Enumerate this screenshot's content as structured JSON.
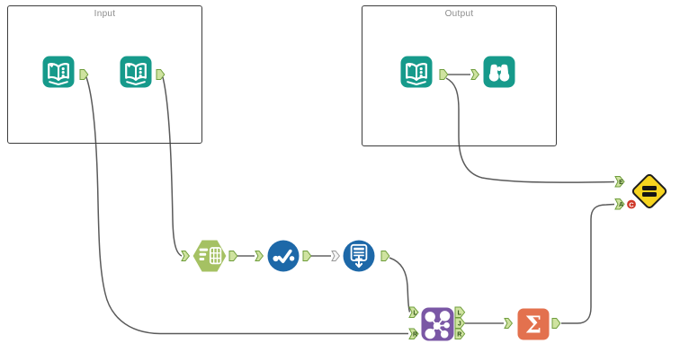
{
  "app": {
    "name": "workflow-canvas"
  },
  "containers": [
    {
      "label": "Input"
    },
    {
      "label": "Output"
    }
  ],
  "tools": [
    {
      "name": "input-data-1",
      "icon": "open-book-icon"
    },
    {
      "name": "input-data-2",
      "icon": "open-book-icon"
    },
    {
      "name": "input-data-3",
      "icon": "open-book-icon"
    },
    {
      "name": "browse",
      "icon": "binoculars-icon"
    },
    {
      "name": "text-to-columns",
      "icon": "list-to-table-hexagon-icon"
    },
    {
      "name": "unique",
      "icon": "dots-checkmark-icon"
    },
    {
      "name": "generate-rows",
      "icon": "table-plus-down-arrow-icon"
    },
    {
      "name": "join",
      "icon": "hub-network-icon"
    },
    {
      "name": "summarize",
      "icon": "sigma-icon"
    },
    {
      "name": "test",
      "icon": "equals-diamond-icon"
    }
  ],
  "anchor_labels": {
    "join_in_left": "L",
    "join_in_right": "R",
    "join_out_left": "L",
    "join_out_join": "J",
    "join_out_right": "R",
    "test_in_expected": "E",
    "test_in_actual": "A"
  },
  "badges": {
    "test_error": "C"
  },
  "icons": {
    "summarize_glyph": "Σ"
  },
  "colors": {
    "tool_teal": "#169a8b",
    "tool_green": "#a5c163",
    "tool_blue": "#1d68a8",
    "tool_purple": "#7a57a5",
    "tool_orange": "#e3714e",
    "tool_yellow": "#f6d41f",
    "anchor_green": "#cfe3a0",
    "anchor_border": "#6f9d3c",
    "anchor_letter": "#2d5016",
    "badge_red": "#cf3728",
    "wire_gray": "#8a8a8a",
    "container_border": "#3c3c3c",
    "container_label": "#8c8c8c"
  }
}
